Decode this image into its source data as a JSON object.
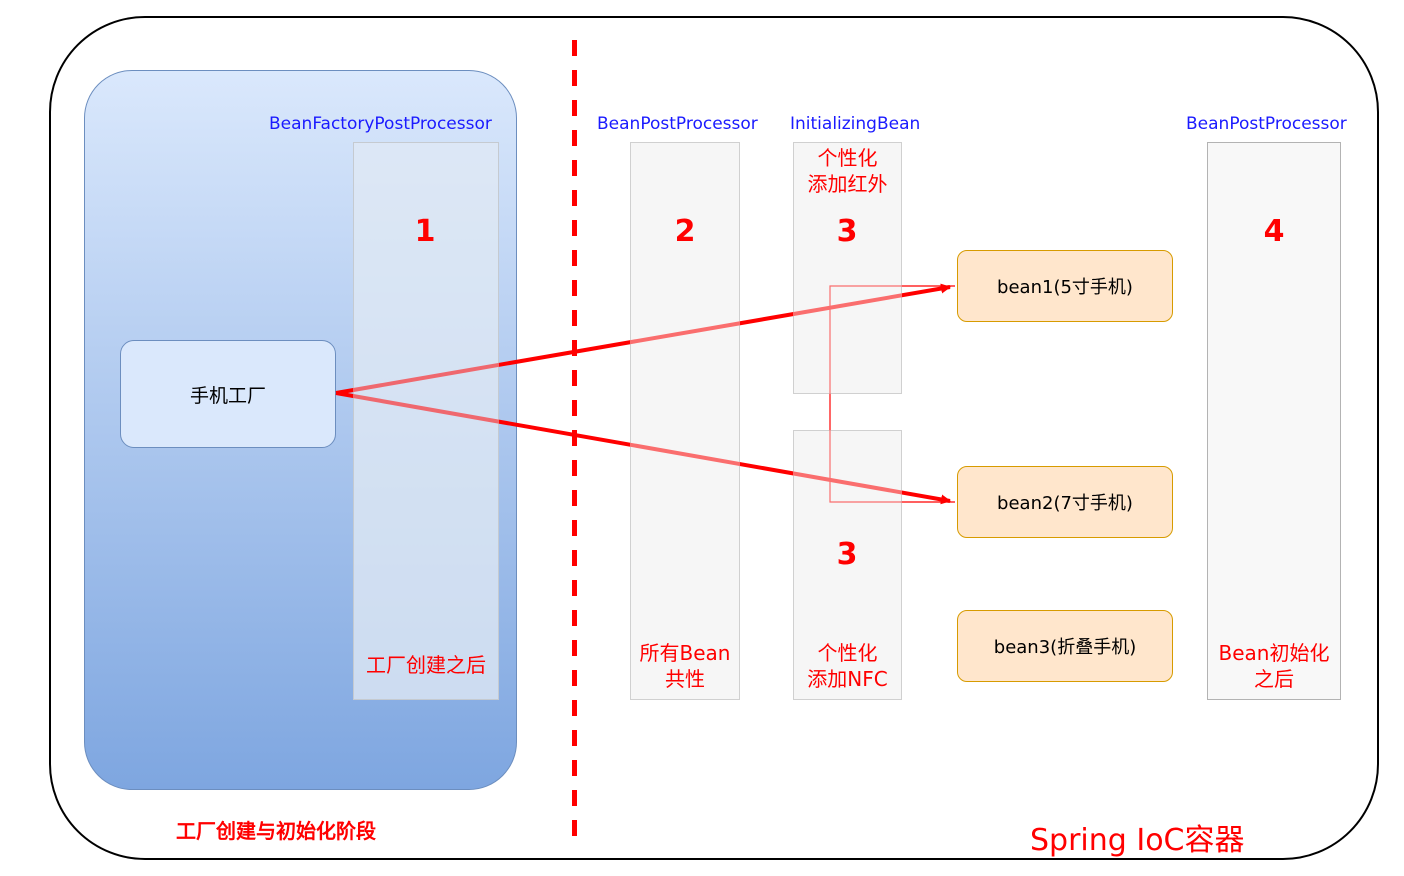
{
  "labels": {
    "bfpp": "BeanFactoryPostProcessor",
    "bpp_left": "BeanPostProcessor",
    "initializing_bean": "InitializingBean",
    "bpp_right": "BeanPostProcessor"
  },
  "steps": {
    "one": "1",
    "two": "2",
    "three_top": "3",
    "three_bottom": "3",
    "four": "4"
  },
  "descriptions": {
    "after_factory": "工厂创建之后",
    "all_bean_common_line1": "所有Bean",
    "all_bean_common_line2": "共性",
    "personalize_ir_line1": "个性化",
    "personalize_ir_line2": "添加红外",
    "personalize_nfc_line1": "个性化",
    "personalize_nfc_line2": "添加NFC",
    "after_init_line1": "Bean初始化",
    "after_init_line2": "之后"
  },
  "factory": "手机工厂",
  "beans": [
    "bean1(5寸手机)",
    "bean2(7寸手机)",
    "bean3(折叠手机)"
  ],
  "stage_label": "工厂创建与初始化阶段",
  "container_label": "Spring IoC容器",
  "colors": {
    "accent_red": "#ff0000",
    "label_blue": "#1a1aff",
    "factory_fill": "#dae8fc",
    "factory_stroke": "#6c8ebf",
    "bean_fill": "#ffe6cc",
    "bean_stroke": "#d79b00"
  }
}
